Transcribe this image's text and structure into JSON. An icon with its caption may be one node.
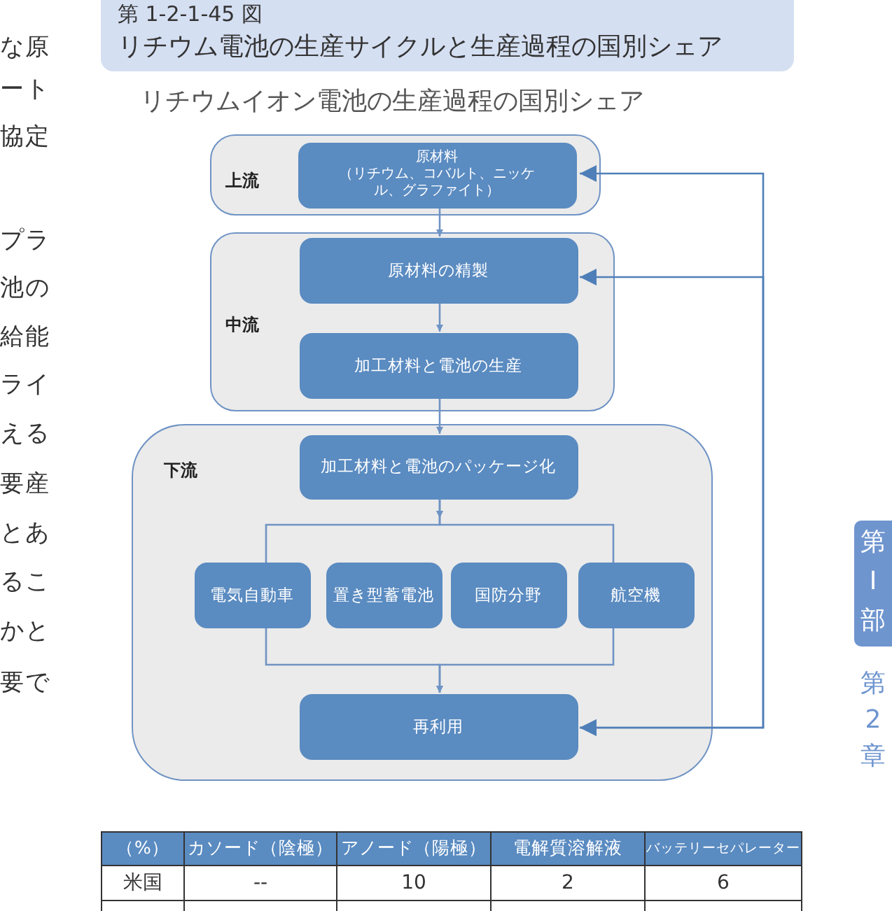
{
  "diagram": {
    "title": "リチウム電池の生産サイクルと生産過程の国別シェア",
    "caption": "リチウムイオン電池の生産過程の国別シェア",
    "nodes": [
      {
        "text": [
          "上流"
        ]
      },
      {
        "text": [
          "原材料",
          "（リチウム、コバルト、ニッケル、グラファイト）"
        ],
        "in": 0
      },
      {
        "text": [
          "中流"
        ]
      },
      {
        "text": [
          "原材料の精製"
        ],
        "in": 2
      },
      {
        "text": [
          "加工材料と電池の生産"
        ],
        "in": 2
      },
      {
        "text": [
          "下流"
        ]
      },
      {
        "text": [
          "加工材料と電池のパッケージ化"
        ],
        "in": 5
      },
      {
        "text": [
          "電気自動車"
        ],
        "in": 5
      },
      {
        "text": [
          "置き型蓄電池"
        ],
        "in": 5
      },
      {
        "text": [
          "国防分野"
        ],
        "in": 5
      },
      {
        "text": [
          "航空機"
        ],
        "in": 5
      },
      {
        "text": [
          "再利用"
        ],
        "in": 5
      }
    ],
    "edges": [
      {
        "from": 1,
        "to": 3,
        "arrow": "to"
      },
      {
        "from": 3,
        "to": 4,
        "arrow": "to"
      },
      {
        "from": 4,
        "to": 6,
        "arrow": "to"
      },
      {
        "from": 6,
        "to": 7,
        "arrow": "to"
      },
      {
        "from": 6,
        "to": 10,
        "arrow": "to"
      },
      {
        "from": 7,
        "to": 11,
        "arrow": "to"
      },
      {
        "from": 10,
        "to": 11,
        "arrow": "to"
      },
      {
        "from": 11,
        "to": 1,
        "arrow": "both"
      },
      {
        "from": 11,
        "to": 3,
        "arrow": "both"
      }
    ],
    "labels": [
      "第 1-2-1-45 図",
      "（%）",
      "カソード（陰極）",
      "アノード（陽極）",
      "電解質溶解液",
      "バッテリーセパレーター",
      "米国",
      "--",
      "10",
      "2",
      "6",
      "第I部",
      "第2章",
      "な原",
      "ート",
      "協定",
      "プラ",
      "池の",
      "給能",
      "ライ",
      "える",
      "要産",
      "とあ",
      "るこ",
      "かと",
      "要で"
    ]
  }
}
